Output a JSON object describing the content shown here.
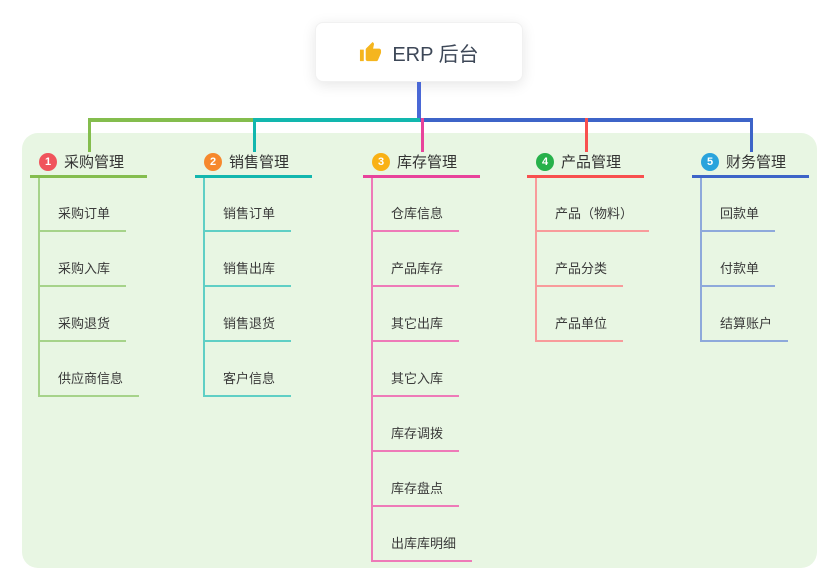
{
  "root": {
    "label": "ERP 后台",
    "icon": "thumbs-up-icon",
    "icon_color": "#f5b51e"
  },
  "panel_color": "#e8f6e3",
  "connector": {
    "root_line_color": "#4a68d6"
  },
  "branches": [
    {
      "num": "1",
      "label": "采购管理",
      "badge_color": "#f0545c",
      "line_color": "#84bd4e",
      "child_line_color": "#a6d38a",
      "children": [
        "采购订单",
        "采购入库",
        "采购退货",
        "供应商信息"
      ]
    },
    {
      "num": "2",
      "label": "销售管理",
      "badge_color": "#f6882d",
      "line_color": "#12b7ae",
      "child_line_color": "#5fcfc5",
      "children": [
        "销售订单",
        "销售出库",
        "销售退货",
        "客户信息"
      ]
    },
    {
      "num": "3",
      "label": "库存管理",
      "badge_color": "#f9b115",
      "line_color": "#e8439b",
      "child_line_color": "#ee7ab8",
      "children": [
        "仓库信息",
        "产品库存",
        "其它出库",
        "其它入库",
        "库存调拨",
        "库存盘点",
        "出库库明细"
      ]
    },
    {
      "num": "4",
      "label": "产品管理",
      "badge_color": "#27b14b",
      "line_color": "#f8504f",
      "child_line_color": "#f89b9b",
      "children": [
        "产品（物料）",
        "产品分类",
        "产品单位"
      ]
    },
    {
      "num": "5",
      "label": "财务管理",
      "badge_color": "#29a3dc",
      "line_color": "#3d64c8",
      "child_line_color": "#8ea9db",
      "children": [
        "回款单",
        "付款单",
        "结算账户"
      ]
    }
  ]
}
